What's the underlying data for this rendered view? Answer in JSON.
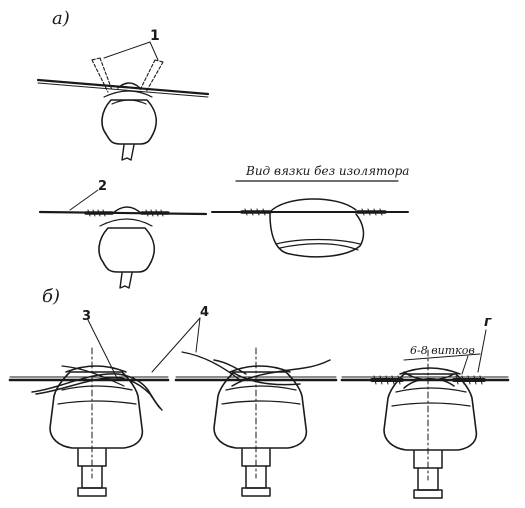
{
  "labels": {
    "part_a": "а)",
    "part_b": "б)",
    "caption": "Вид вязки без изолятора",
    "turns": "6-8 витков",
    "n1": "1",
    "n2": "2",
    "n3": "3",
    "n4": "4",
    "n5": "г"
  }
}
